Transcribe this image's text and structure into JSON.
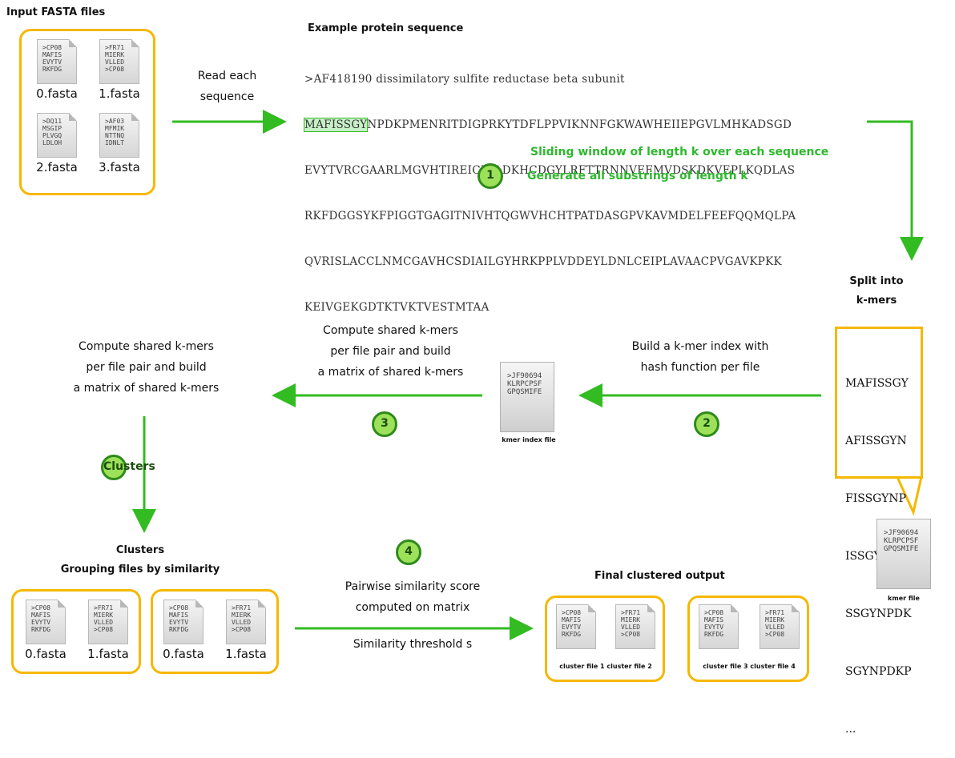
{
  "step1": {
    "header": "Input FASTA files",
    "files": [
      {
        "name": "0.fasta",
        "preview": ">CP08\nMAFIS\nEVYTV\nRKFDG"
      },
      {
        "name": "1.fasta",
        "preview": ">FR71\nMIERK\nVLLED\n>CP08"
      },
      {
        "name": "2.fasta",
        "preview": ">DQ11\nMSGIP\nPLVGQ\nLDLOH"
      },
      {
        "name": "3.fasta",
        "preview": ">AF03\nMFMIK\nNTTNQ\nIDNLT"
      }
    ]
  },
  "arrow1": {
    "label_line1": "Read each",
    "label_line2": "sequence"
  },
  "step2": {
    "header": "Example protein sequence",
    "sequence_header": ">AF418190 dissimilatory sulfite reductase beta subunit",
    "kmer": "MAFISSGY",
    "sequence_lines": [
      "NPDKPMENRITDIGPRKYTDFLPPVIKNNFGKWAWHEIIEPGVLMHKADSGD",
      "EVYTVRCGAARLMGVHTIREICDIADKHCDGYLRFTTRNNVEFMVDSKDKVEPLKQDLAS",
      "RKFDGGSYKFPIGGTGAGITNIVHTQGWVHCHTPATDASGPVKAVMDELFEEFQQMQLPA",
      "QVRISLACCLNMCGAVHCSDIAILGYHRKPPLVDDEYLDNLCEIPLAVAACPVGAVKPKK",
      "KEIVGEKGDTKTVKTVESTMTAA"
    ],
    "note_line1": "Sliding window of length k over each sequence",
    "note_line2": "Generate all substrings of length k",
    "step_number": "1"
  },
  "step3": {
    "header_line1": "Split into",
    "header_line2": "k-mers",
    "kmers": [
      "MAFISSGY",
      "AFISSGYN",
      "FISSGYNP",
      "ISSGYNPD",
      "SSGYNPDK",
      "SGYNPDKP",
      "..."
    ],
    "file_preview": ">JF90694\nKLRPCPSF\nGPQSMIFE",
    "file_name": "kmer file"
  },
  "arrow4": {
    "label_line1": "Build a k-mer index with",
    "label_line2": "hash function per file",
    "step_number": "2"
  },
  "step4": {
    "label_line1": "Compute shared k-mers",
    "label_line2": "per file pair and build",
    "label_line3": "a matrix of shared k-mers",
    "file_preview": ">JF90694\nKLRPCPSF\nGPQSMIFE",
    "file_name": "kmer index file",
    "step_number": "3"
  },
  "arrow5": {
    "label_line1": "Pairwise similarity score",
    "label_line2": "computed on matrix",
    "label_line3": "Similarity threshold s",
    "step_number": "4"
  },
  "step5": {
    "header_line1": "Clusters",
    "header_line2": "Grouping files by similarity",
    "files": [
      {
        "name": "0.fasta",
        "preview": ">CP08\nMAFIS\nEVYTV\nRKFDG"
      },
      {
        "name": "1.fasta",
        "preview": ">FR71\nMIERK\nVLLED\n>CP08"
      },
      {
        "name": "0.fasta",
        "preview": ">CP08\nMAFIS\nEVYTV\nRKFDG"
      },
      {
        "name": "1.fasta",
        "preview": ">FR71\nMIERK\nVLLED\n>CP08"
      }
    ]
  },
  "step6": {
    "header": "Final clustered output",
    "files": [
      {
        "name": "cluster file 1",
        "preview": ">CP08\nMAFIS\nEVYTV\nRKFDG"
      },
      {
        "name": "cluster file 2",
        "preview": ">FR71\nMIERK\nVLLED\n>CP08"
      },
      {
        "name": "cluster file 3",
        "preview": ">CP08\nMAFIS\nEVYTV\nRKFDG"
      },
      {
        "name": "cluster file 4",
        "preview": ">FR71\nMIERK\nVLLED\n>CP08"
      }
    ]
  },
  "colors": {
    "arrow": "#33bb22",
    "group_border": "#f5b800",
    "step_circle": "#9de05a"
  }
}
